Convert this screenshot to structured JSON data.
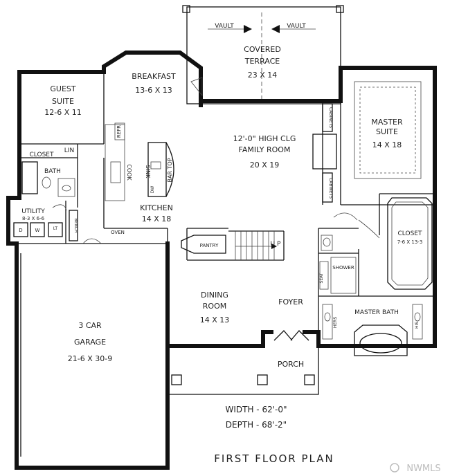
{
  "rooms": {
    "guest_suite": [
      "GUEST",
      "SUITE",
      "12-6 X 11"
    ],
    "breakfast": [
      "BREAKFAST",
      "13-6 X 13"
    ],
    "covered_terrace": [
      "COVERED",
      "TERRACE",
      "23 X 14"
    ],
    "vault_left": "VAULT",
    "vault_right": "VAULT",
    "family_room": [
      "12'-0\" HIGH CLG",
      "FAMILY ROOM",
      "20 X 19"
    ],
    "master_suite": [
      "MASTER",
      "SUITE",
      "14 X 18"
    ],
    "cabinets_top": "CABINETS",
    "cabinets_bottom": "CABINETS",
    "closet_guest": "CLOSET",
    "lin": "LIN",
    "bath": "BATH",
    "refr": "REFR",
    "cook": "COOK",
    "sink": "SINK",
    "dw": "DW",
    "bar_top": "BAR TOP",
    "kitchen": [
      "KITCHEN",
      "14 X 18"
    ],
    "utility": [
      "UTILITY",
      "8-3 X 6-6"
    ],
    "d": "D",
    "w": "W",
    "lt": "LT",
    "bench": "BENCH",
    "oven": "OVEN",
    "pantry": "PANTRY",
    "up": "U P",
    "master_closet": [
      "CLOSET",
      "7-6 X 13-3"
    ],
    "shower": "SHOWER",
    "seat": "SEAT",
    "master_bath": "MASTER BATH",
    "hers": "HERS",
    "his": "HIS",
    "garage": [
      "3 CAR",
      "GARAGE",
      "21-6 X 30-9"
    ],
    "dining": [
      "DINING",
      "ROOM",
      "14 X 13"
    ],
    "foyer": "FOYER",
    "porch": "PORCH"
  },
  "dimensions": {
    "width": "WIDTH - 62'-0\"",
    "depth": "DEPTH - 68'-2\""
  },
  "title": "FIRST FLOOR PLAN",
  "watermark": "NWMLS"
}
